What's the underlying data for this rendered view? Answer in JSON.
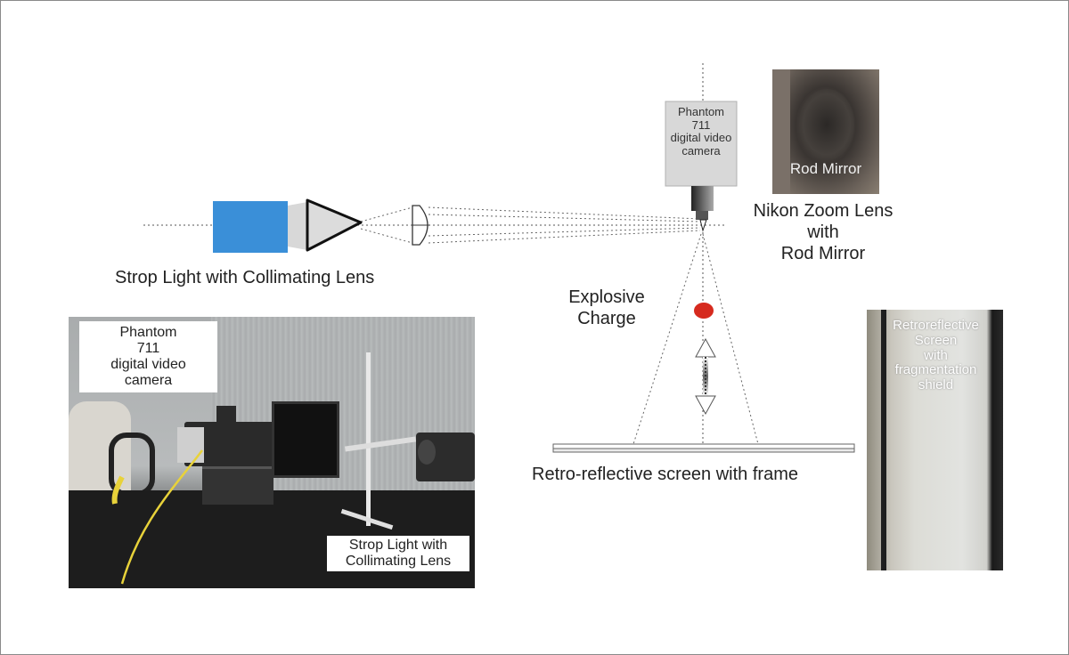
{
  "labels": {
    "strop_light": "Strop Light  with Collimating  Lens",
    "camera_diagram": [
      "Phantom",
      "711",
      "digital video",
      "camera"
    ],
    "nikon_lens": [
      "Nikon Zoom Lens",
      "with",
      "Rod Mirror"
    ],
    "explosive_charge": [
      "Explosive",
      "Charge"
    ],
    "screen": "Retro-reflective screen with frame"
  },
  "photos": {
    "rod_mirror": {
      "caption": "Rod Mirror"
    },
    "lab": {
      "camera_caption": [
        "Phantom",
        "711",
        "digital video",
        "camera"
      ],
      "light_caption": [
        "Strop Light  with",
        "Collimating  Lens"
      ]
    },
    "screen_photo": {
      "caption": [
        "Retroreflective",
        "Screen",
        "with",
        "fragmentation",
        "shield"
      ]
    }
  },
  "colors": {
    "strop_light_box": "#3a8fd8",
    "charge": "#d62a1e",
    "camera_box": "#d8d8d8",
    "line": "#444444"
  },
  "icons": [
    "strop-light-box",
    "collimating-cone",
    "lens",
    "camera-body",
    "explosive-charge",
    "double-arrow",
    "screen-frame"
  ]
}
